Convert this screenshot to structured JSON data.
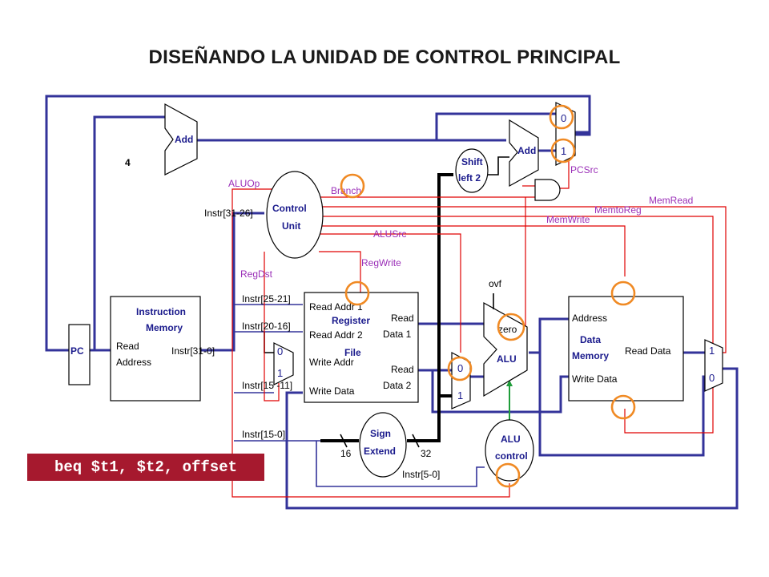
{
  "title": "DISEÑANDO LA UNIDAD DE CONTROL PRINCIPAL",
  "instruction": "beq $t1, $t2, offset",
  "blocks": {
    "pc": "PC",
    "adder_top": "Add",
    "adder_branch": "Add",
    "four": "4",
    "shift_l1": "Shift",
    "shift_l2": "left 2",
    "control_l1": "Control",
    "control_l2": "Unit",
    "imem_l1": "Instruction",
    "imem_l2": "Memory",
    "imem_read": "Read",
    "imem_addr": "Address",
    "imem_out": "Instr[31-0]",
    "reg_r1": "Read Addr 1",
    "reg_r2": "Read Addr 2",
    "reg_wa": "Write Addr",
    "reg_wd": "Write Data",
    "reg_rd1_a": "Read",
    "reg_rd1_b": "Data 1",
    "reg_rd2_a": "Read",
    "reg_rd2_b": "Data 2",
    "reg_name1": "Register",
    "reg_name2": "File",
    "sign_l1": "Sign",
    "sign_l2": "Extend",
    "alu": "ALU",
    "zero": "zero",
    "ovf": "ovf",
    "aluctl_l1": "ALU",
    "aluctl_l2": "control",
    "dmem_addr": "Address",
    "dmem_l1": "Data",
    "dmem_l2": "Memory",
    "dmem_rd": "Read Data",
    "dmem_wd": "Write Data"
  },
  "signals": {
    "aluop": "ALUOp",
    "branch": "Branch",
    "pcsrc": "PCSrc",
    "memread": "MemRead",
    "memtoreg": "MemtoReg",
    "memwrite": "MemWrite",
    "alusrc": "ALUSrc",
    "regwrite": "RegWrite",
    "regdst": "RegDst"
  },
  "fields": {
    "f3126": "Instr[31-26]",
    "f2521": "Instr[25-21]",
    "f2016": "Instr[20-16]",
    "f1511": "Instr[15 -11]",
    "f150": "Instr[15-0]",
    "f50": "Instr[5-0]",
    "w16": "16",
    "w32": "32"
  },
  "mux_labels": {
    "pc_0": "0",
    "pc_1": "1",
    "rd_0": "0",
    "rd_1": "1",
    "alu_0": "0",
    "alu_1": "1",
    "wb_1": "1",
    "wb_0": "0"
  }
}
